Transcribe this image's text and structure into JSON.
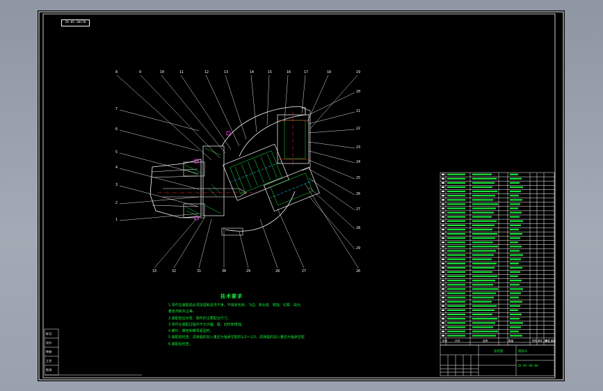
{
  "drawing": {
    "drawing_number": "ZA-05-20170",
    "part_numbers_top": [
      "8",
      "9",
      "10",
      "11",
      "12",
      "13",
      "14",
      "15",
      "16",
      "17",
      "18",
      "19"
    ],
    "part_numbers_left": [
      "7",
      "6",
      "5",
      "4",
      "3",
      "2",
      "1"
    ],
    "part_numbers_right": [
      "20",
      "21",
      "22",
      "23",
      "24",
      "25",
      "26",
      "27",
      "28",
      "29"
    ],
    "part_numbers_bottom": [
      "33",
      "32",
      "31",
      "30",
      "29",
      "28",
      "27",
      "26"
    ]
  },
  "technical_requirements": {
    "title": "技术要求",
    "lines": [
      "1.零件在装配前必须清理和清洗干净，不得有毛刺、飞边、氧化皮、锈蚀、切屑、油污、",
      "  着色剂和灰尘等。",
      "2.装配前应对零、部件的主要配合尺寸。",
      "3.零件在装配过程中不允许磕、碰、划伤和锈蚀。",
      "4.螺钉、螺栓和螺母紧固时，",
      "5.装配前检查，润滑脂的加入量应为轴承空腔的1/2～1/3，润滑脂的加入量应为轴承空腔",
      "6.装配后检查。"
    ]
  },
  "title_block": {
    "drawing_name": "总装图",
    "part_name": "摆动头",
    "drawing_code": "ZA-05-00-00",
    "header_cols": [
      "序号",
      "代号",
      "名称",
      "数量",
      "材料",
      "单件 总计 重量",
      "备注"
    ]
  },
  "revision_block": {
    "rows": [
      "标记",
      "设计",
      "审核",
      "工艺",
      "批准"
    ]
  },
  "colors": {
    "sheet": "#000000",
    "lines": "#ffffff",
    "section": "#18e83a",
    "accent_cyan": "#27d7ff",
    "accent_red": "#ff3b3b",
    "accent_magenta": "#ff3cf0"
  }
}
